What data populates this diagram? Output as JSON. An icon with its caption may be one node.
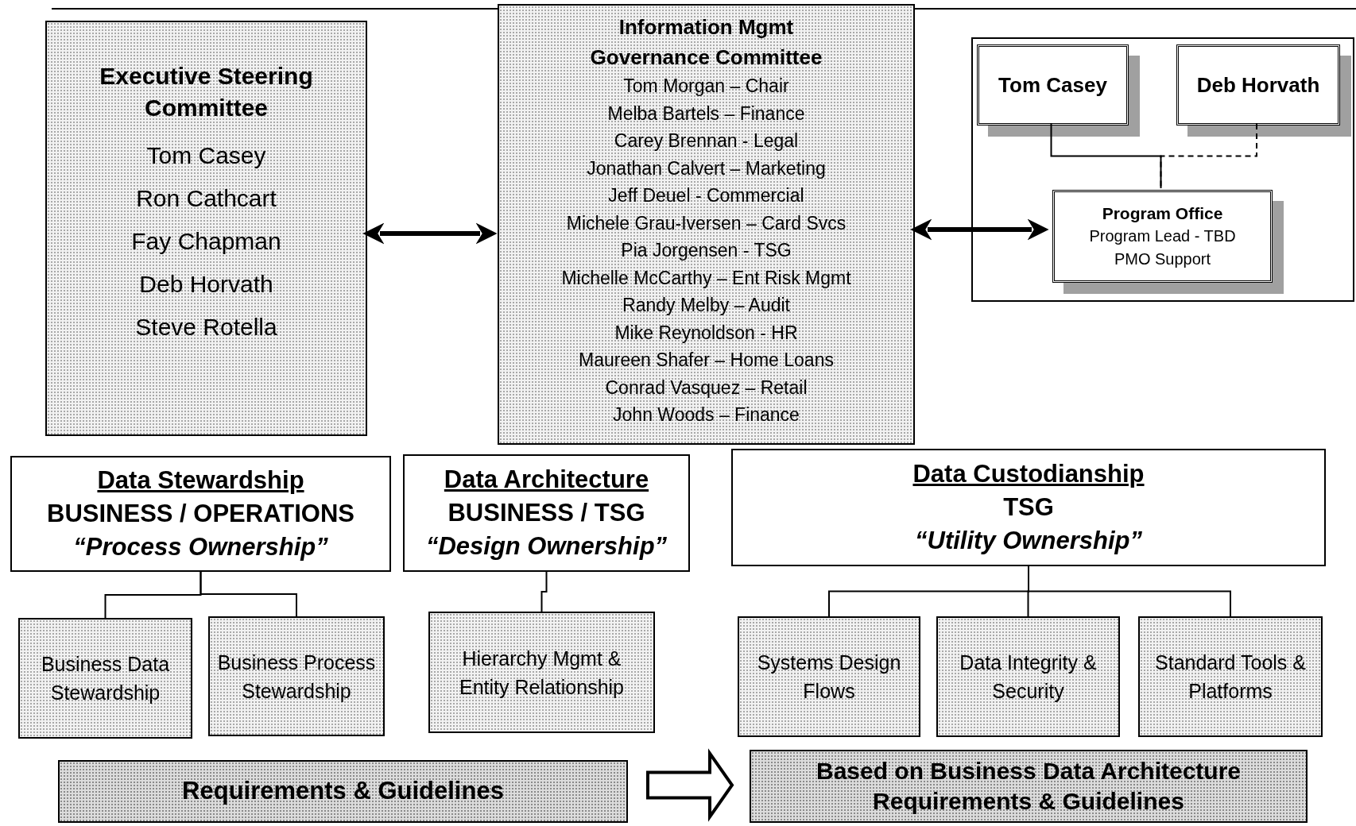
{
  "diagram": {
    "nodes": [
      {
        "text": [
          "Executive Steering Committee",
          "Tom Casey",
          "Ron Cathcart",
          "Fay Chapman",
          "Deb Horvath",
          "Steve Rotella"
        ]
      },
      {
        "text": [
          "Information Mgmt Governance Committee",
          "Tom Morgan – Chair",
          "Melba Bartels – Finance",
          "Carey Brennan - Legal",
          "Jonathan Calvert – Marketing",
          "Jeff Deuel - Commercial",
          "Michele Grau-Iversen – Card Svcs",
          "Pia Jorgensen - TSG",
          "Michelle McCarthy – Ent Risk Mgmt",
          "Randy Melby – Audit",
          "Mike Reynoldson - HR",
          "Maureen Shafer – Home Loans",
          "Conrad Vasquez – Retail",
          "John Woods – Finance"
        ]
      },
      {
        "text": [],
        "shape": "box"
      },
      {
        "text": [
          "Tom Casey"
        ],
        "in": 2
      },
      {
        "text": [
          "Deb Horvath"
        ],
        "in": 2
      },
      {
        "text": [
          "Program Office",
          "Program Lead - TBD",
          "PMO Support"
        ],
        "in": 2
      },
      {
        "text": [
          "Data Stewardship",
          "BUSINESS / OPERATIONS",
          "“Process Ownership”"
        ]
      },
      {
        "text": [
          "Data Architecture",
          "BUSINESS / TSG",
          "“Design Ownership”"
        ]
      },
      {
        "text": [
          "Data Custodianship",
          "TSG",
          "“Utility Ownership”"
        ]
      },
      {
        "text": [
          "Business Data Stewardship"
        ]
      },
      {
        "text": [
          "Business Process Stewardship"
        ]
      },
      {
        "text": [
          "Hierarchy Mgmt & Entity Relationship"
        ]
      },
      {
        "text": [
          "Systems Design Flows"
        ]
      },
      {
        "text": [
          "Data Integrity & Security"
        ]
      },
      {
        "text": [
          "Standard Tools & Platforms"
        ]
      },
      {
        "text": [
          "Requirements & Guidelines"
        ]
      },
      {
        "text": [
          "Based on Business Data Architecture Requirements & Guidelines"
        ]
      }
    ],
    "edges": [
      {
        "from": 0,
        "to": 1,
        "arrow": "both",
        "style": "thick"
      },
      {
        "from": 1,
        "to": 5,
        "arrow": "both",
        "style": "thick"
      },
      {
        "from": 3,
        "to": 5,
        "arrow": "none"
      },
      {
        "from": 4,
        "to": 5,
        "arrow": "none",
        "style": "dashed"
      },
      {
        "from": 6,
        "to": 9,
        "arrow": "none"
      },
      {
        "from": 6,
        "to": 10,
        "arrow": "none"
      },
      {
        "from": 7,
        "to": 11,
        "arrow": "none"
      },
      {
        "from": 8,
        "to": 12,
        "arrow": "none"
      },
      {
        "from": 8,
        "to": 13,
        "arrow": "none"
      },
      {
        "from": 8,
        "to": 14,
        "arrow": "none"
      },
      {
        "from": 15,
        "to": 16,
        "arrow": "to",
        "style": "thick"
      }
    ]
  }
}
